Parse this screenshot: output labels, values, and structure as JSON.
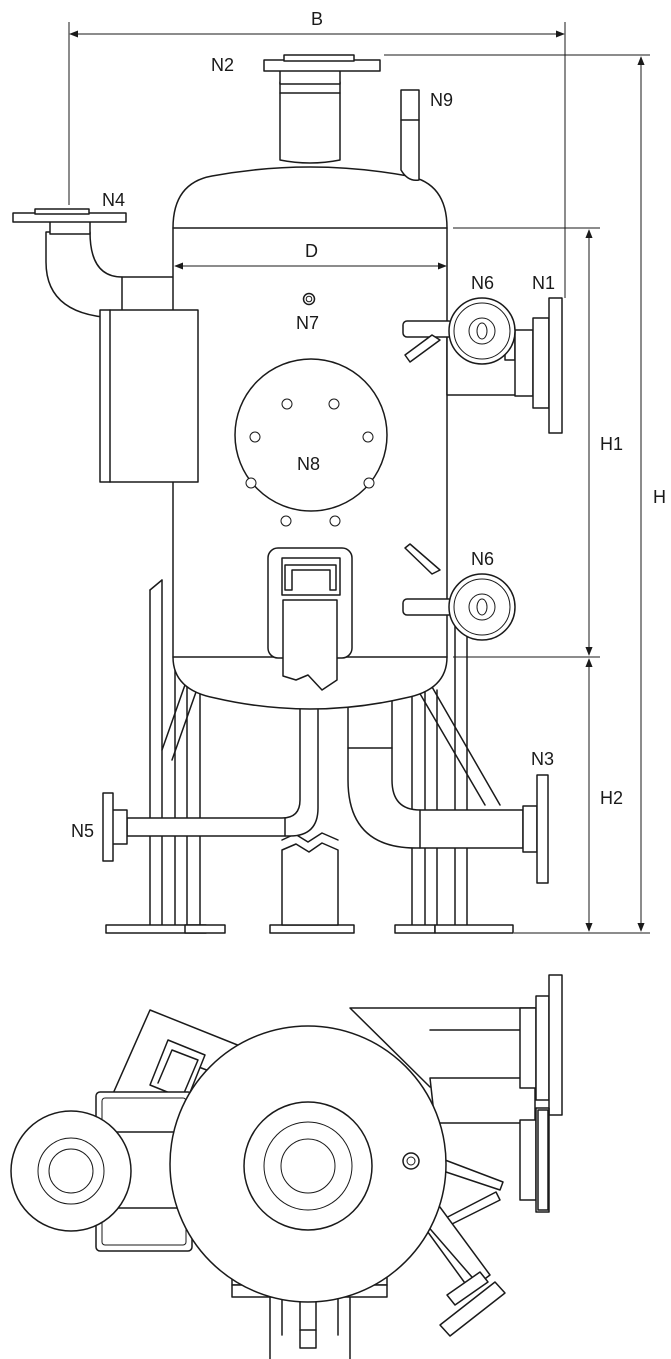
{
  "labels": {
    "B": "B",
    "D": "D",
    "H": "H",
    "H1": "H1",
    "H2": "H2",
    "N1": "N1",
    "N2": "N2",
    "N3": "N3",
    "N4": "N4",
    "N5": "N5",
    "N6_upper": "N6",
    "N6_lower": "N6",
    "N7": "N7",
    "N8": "N8",
    "N9": "N9"
  },
  "colors": {
    "line": "#1a1a1a",
    "background": "#ffffff"
  }
}
